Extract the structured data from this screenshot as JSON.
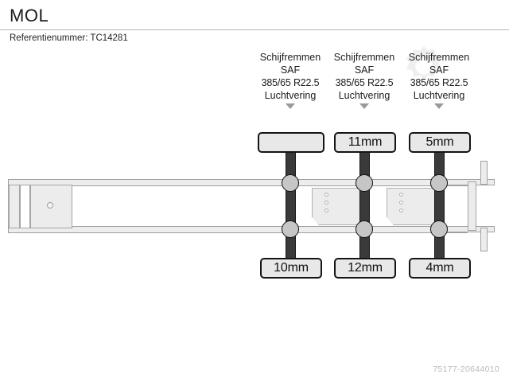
{
  "header": {
    "title": "MOL",
    "reference_label": "Referentienummer:",
    "reference_value": "TC14281",
    "reference_line": "Referentienummer: TC14281"
  },
  "watermark": {
    "code": "75177-20644010",
    "logo_icon": "gear-logo-icon"
  },
  "diagram": {
    "type": "trailer-axle-inspection",
    "vehicle_brand": "MOL",
    "axles": [
      {
        "index": 1,
        "brake_type": "Schijfremmen",
        "axle_brand": "SAF",
        "tyre_size": "385/65 R22.5",
        "suspension": "Luchtvering",
        "caret_icon": "caret-down-icon",
        "tread_top": "",
        "tread_bottom": "10mm"
      },
      {
        "index": 2,
        "brake_type": "Schijfremmen",
        "axle_brand": "SAF",
        "tyre_size": "385/65 R22.5",
        "suspension": "Luchtvering",
        "caret_icon": "caret-down-icon",
        "tread_top": "11mm",
        "tread_bottom": "12mm"
      },
      {
        "index": 3,
        "brake_type": "Schijfremmen",
        "axle_brand": "SAF",
        "tyre_size": "385/65 R22.5",
        "suspension": "Luchtvering",
        "caret_icon": "caret-down-icon",
        "tread_top": "5mm",
        "tread_bottom": "4mm"
      }
    ],
    "parts": {
      "kingpin_icon": "kingpin-icon",
      "bogie_hole_icon": "bolt-hole-icon",
      "wheel_hub_icon": "wheel-hub-icon"
    }
  },
  "colors": {
    "page_background": "#ffffff",
    "text": "#1c1c1c",
    "rule": "#b4b4b4",
    "chassis_fill": "#ececec",
    "chassis_stroke": "#a2a2a2",
    "axle_dark": "#3a3a3a",
    "hub_fill": "#c6c6c6",
    "box_fill": "#e8e8e8",
    "box_stroke": "#141414",
    "caret": "#9a9a9a",
    "watermark_text": "#b9b9b9"
  }
}
